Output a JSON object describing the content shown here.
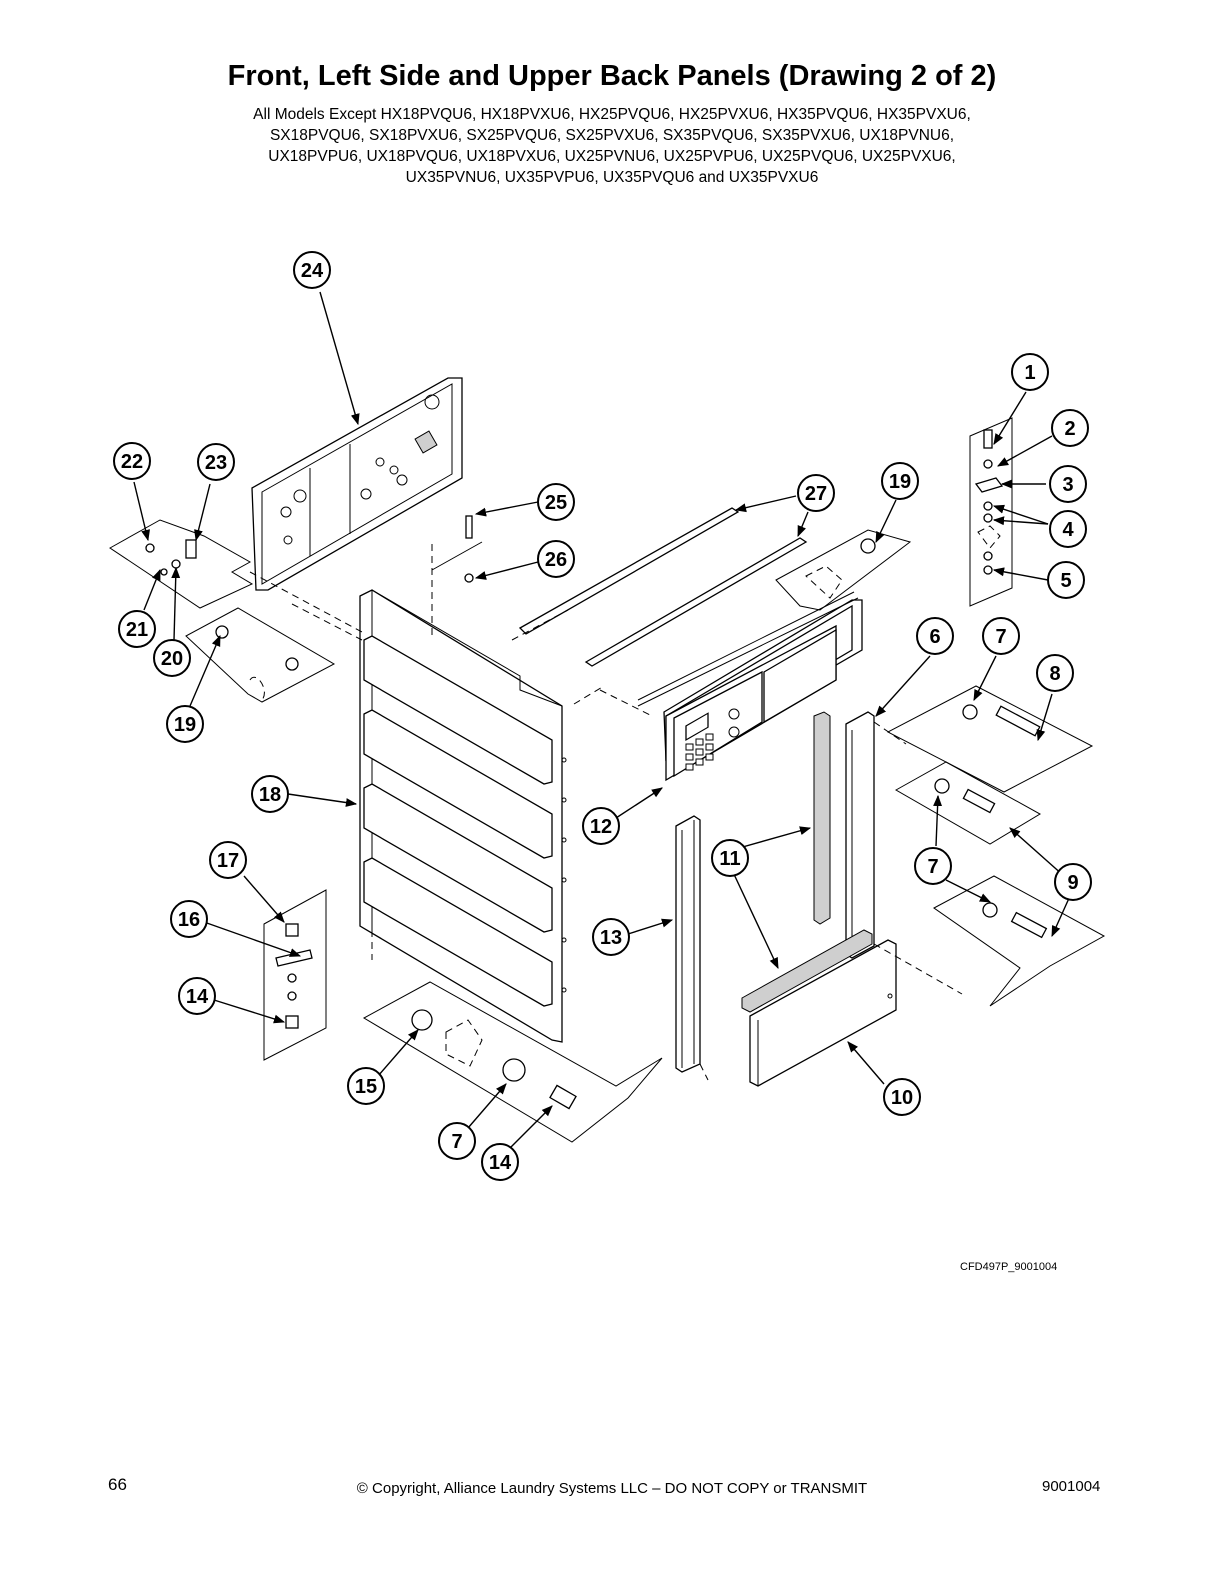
{
  "header": {
    "title": "Front, Left Side and Upper Back Panels (Drawing 2 of 2)",
    "model_lines": [
      "All Models Except HX18PVQU6, HX18PVXU6, HX25PVQU6, HX25PVXU6, HX35PVQU6, HX35PVXU6,",
      "SX18PVQU6, SX18PVXU6, SX25PVQU6, SX25PVXU6, SX35PVQU6, SX35PVXU6, UX18PVNU6,",
      "UX18PVPU6, UX18PVQU6, UX18PVXU6, UX25PVNU6, UX25PVPU6, UX25PVQU6, UX25PVXU6,",
      "UX35PVNU6, UX35PVPU6, UX35PVQU6 and UX35PVXU6"
    ]
  },
  "diagram": {
    "callouts": {
      "c1": "1",
      "c2": "2",
      "c3": "3",
      "c4": "4",
      "c5": "5",
      "c6": "6",
      "c7a": "7",
      "c7b": "7",
      "c7c": "7",
      "c8": "8",
      "c9": "9",
      "c10": "10",
      "c11": "11",
      "c12": "12",
      "c13": "13",
      "c14a": "14",
      "c14b": "14",
      "c15": "15",
      "c16": "16",
      "c17": "17",
      "c18": "18",
      "c19a": "19",
      "c19b": "19",
      "c20": "20",
      "c21": "21",
      "c22": "22",
      "c23": "23",
      "c24": "24",
      "c25": "25",
      "c26": "26",
      "c27": "27"
    },
    "drawing_code": "CFD497P_9001004"
  },
  "footer": {
    "page_number": "66",
    "copyright": "© Copyright, Alliance Laundry Systems LLC – DO NOT COPY or TRANSMIT",
    "document_number": "9001004"
  }
}
